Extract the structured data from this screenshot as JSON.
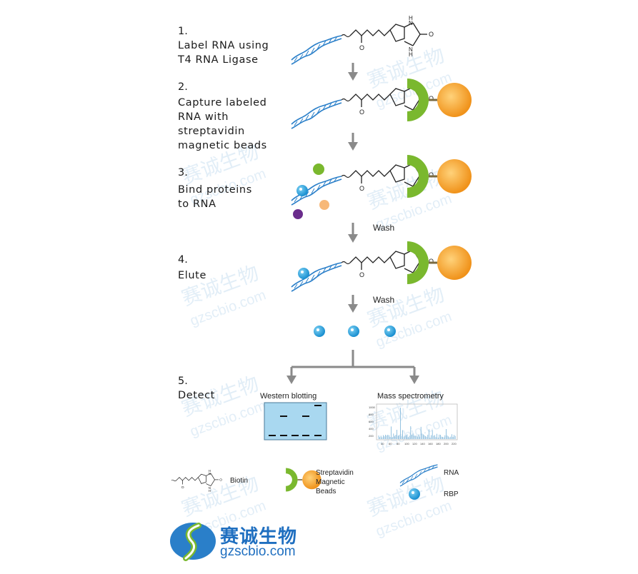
{
  "steps": [
    {
      "number": "1.",
      "label": "Label RNA using\nT4 RNA Ligase"
    },
    {
      "number": "2.",
      "label": "Capture labeled\nRNA with\nstreptavidin\nmagnetic beads"
    },
    {
      "number": "3.",
      "label": "Bind proteins\nto RNA"
    },
    {
      "number": "4.",
      "label": "Elute"
    },
    {
      "number": "5.",
      "label": "Detect"
    }
  ],
  "wash_labels": [
    "Wash",
    "Wash"
  ],
  "detect": {
    "western": "Western blotting",
    "mass": "Mass spectrometry",
    "ms_yticks": [
      "1000",
      "800",
      "600",
      "400",
      "200"
    ],
    "ms_xticks": [
      "40",
      "60",
      "80",
      "100",
      "120",
      "140",
      "160",
      "180",
      "200",
      "220"
    ]
  },
  "legend": {
    "biotin": "Biotin",
    "streptavidin": "Streptavidin\nMagnetic\nBeads",
    "rna": "RNA",
    "rbp": "RBP"
  },
  "logo": {
    "name": "赛诚生物",
    "url": "gzscbio.com"
  },
  "watermark": {
    "name": "赛诚生物",
    "url": "gzscbio.com"
  },
  "colors": {
    "rna": "#2a7fc9",
    "bead": "#f5a020",
    "streptavidin": "#7ab82e",
    "rbp": "#27a3de",
    "arrow": "#8a8a8a",
    "blot": "#a9d8f0"
  }
}
